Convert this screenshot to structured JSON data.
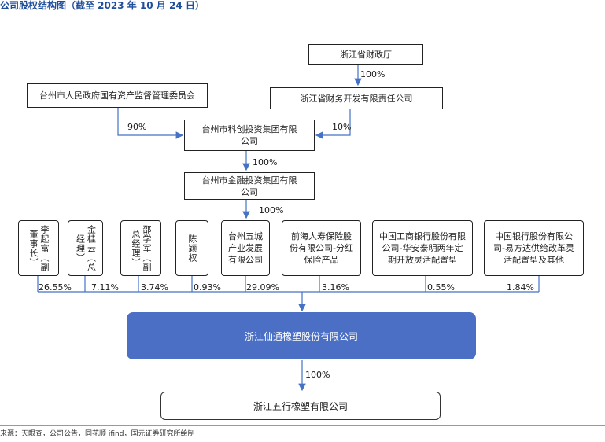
{
  "title": "公司股权结构图（截至 2023 年 10 月 24 日）",
  "nodes": {
    "zj_finance_dept": "浙江省财政厅",
    "zj_finance_dev": "浙江省财务开发有限责任公司",
    "taizhou_sasac": "台州市人民政府国有资产监督管理委员会",
    "taizhou_kechuang": "台州市科创投资集团有限公司",
    "taizhou_jinrong": "台州市金融投资集团有限公司",
    "li_qifu": "李起富（副董事长）",
    "jin_guiyun": "金桂云（总经理）",
    "shao_xuejun": "邵学军（副总经理）",
    "chen_yingquan": "陈颖权",
    "taizhou_wucheng": "台州五城产业发展有限公司",
    "qianhai_life": "前海人寿保险股份有限公司-分红保险产品",
    "icbc_huaan": "中国工商银行股份有限公司-华安泰明两年定期开放灵活配置型",
    "boc_yifangda": "中国银行股份有限公司-易方达供给改革灵活配置型及其他",
    "xiantong": "浙江仙通橡塑股份有限公司",
    "wuxing": "浙江五行橡塑有限公司"
  },
  "percentages": {
    "finance_dept_to_dev": "100%",
    "sasac_to_kechuang": "90%",
    "dev_to_kechuang": "10%",
    "kechuang_to_jinrong": "100%",
    "jinrong_to_wucheng": "100%",
    "li_qifu": "26.55%",
    "jin_guiyun": "7.11%",
    "shao_xuejun": "3.74%",
    "chen_yingquan": "0.93%",
    "taizhou_wucheng": "29.09%",
    "qianhai_life": "3.16%",
    "icbc_huaan": "0.55%",
    "boc_yifangda": "1.84%",
    "xiantong_to_wuxing": "100%"
  },
  "source": "来源：天眼查，公司公告，同花顺 ifind，国元证券研究所绘制",
  "colors": {
    "line": "#4472c4",
    "main_box": "#4a6fc4",
    "title": "#1f4e9c"
  }
}
